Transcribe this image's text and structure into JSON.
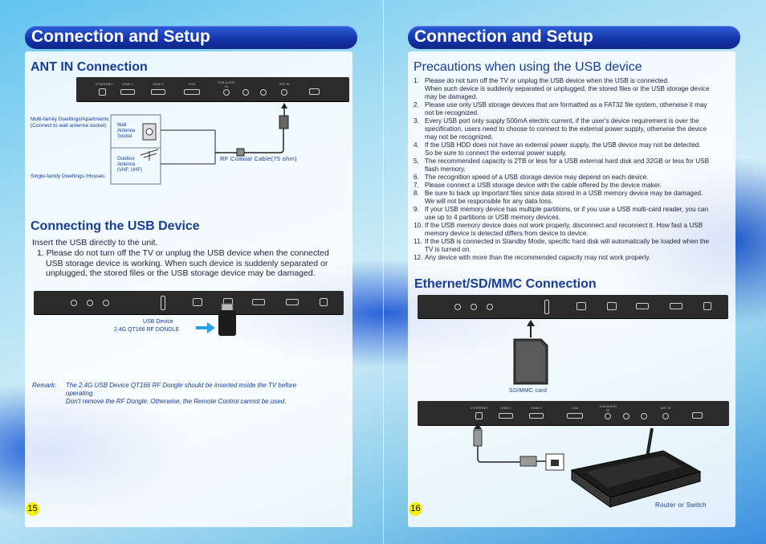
{
  "left_page": {
    "banner": "Connection and Setup",
    "ant_heading": "ANT IN Connection",
    "ant_labels": {
      "multi_family": "Multi-family Dwellings/Apartments",
      "multi_family_sub": "(Connect to wall antenna socket)",
      "wall_antenna": [
        "Wall",
        "Antenna",
        "Socket"
      ],
      "outdoor_antenna": [
        "Outdoor",
        "Antenna",
        "(VHF, UHF)"
      ],
      "single_family": "Single-family Dwellings /Houses",
      "rf_cable": "RF Coaxial Cable(75 ohm)"
    },
    "ports_top": [
      "ETHERNET",
      "HDMI 1",
      "HDMI 2",
      "VGA",
      "VGA AUDIO IN",
      "ANT IN"
    ],
    "usb_heading": "Connecting the USB Device",
    "usb_intro": "Insert the USB directly to the unit.",
    "usb_item1": [
      "1. Please do not turn off the TV or unplug the USB device when the connected",
      "USB storage device is working. When such device is suddenly separated or",
      "unplugged, the stored files or the USB storage device may be damaged."
    ],
    "usb_device_label": "USB Device",
    "dongle_label": "2.4G QT166 RF DONGLE",
    "remark_label": "Remark:",
    "remark_lines": [
      "The 2.4G USB Device QT166 RF Dongle should be inserted inside the TV before",
      "operating.",
      "Don't remove the RF Dongle. Otherwise, the Remote Control cannot be used."
    ],
    "page_number": "15"
  },
  "right_page": {
    "banner": "Connection and Setup",
    "precautions_heading": "Precautions when using the USB device",
    "precautions": [
      {
        "num": "1.",
        "lines": [
          "Please do not turn off the TV or unplug the USB  device when the USB is connected.",
          "When such device is suddenly separated or unplugged, the stored files or the USB storage device",
          "may be damaged."
        ]
      },
      {
        "num": "2.",
        "lines": [
          "Please use only USB storage devices that are formatted as a FAT32 file system, otherwise it may",
          "not be recognized."
        ]
      },
      {
        "num": "3.",
        "lines": [
          "Every USB port only supply 500mA electric current, if the user's device requirement is over the",
          "specification, users need to choose to connect to the external power supply, otherwise the device",
          "may not be recognized."
        ]
      },
      {
        "num": "4.",
        "lines": [
          "If the USB HDD does not have an external power supply, the USB device may not be detected.",
          "So be sure to connect the external power supply."
        ]
      },
      {
        "num": "5.",
        "lines": [
          "The recommended capacity is 2TB or less for a USB external hard disk and 32GB or less for USB",
          "flash memory."
        ]
      },
      {
        "num": "6.",
        "lines": [
          "The recognition speed of a USB storage device may depend on each device."
        ]
      },
      {
        "num": "7.",
        "lines": [
          "Please connect a USB storage device with the cable offered by the device maker."
        ]
      },
      {
        "num": "8.",
        "lines": [
          "Be sure to back up important files since data stored in a USB memory device may be damaged.",
          "We will not be responsible for any data loss."
        ]
      },
      {
        "num": "9.",
        "lines": [
          "If your USB memory device has multiple partitions, or if you use a USB multi-card reader, you can",
          "use up to 4 partitions or USB memory devices."
        ]
      },
      {
        "num": "10.",
        "lines": [
          "If the USB memory device does not work properly, disconnect and reconnect it. How fast a USB",
          "memory device is detected differs from device to device."
        ]
      },
      {
        "num": "11.",
        "lines": [
          "If the USB is connected in Standby Mode, specific hard disk will automatically be loaded when the",
          "TV is turned on."
        ]
      },
      {
        "num": "12.",
        "lines": [
          "Any device with more than the recommended capacity may not work properly."
        ]
      }
    ],
    "ethernet_heading": "Ethernet/SD/MMC Connection",
    "sd_label": "SD/MMC card",
    "router_label": "Router or Switch",
    "ports_bottom": [
      "ETHERNET",
      "HDMI 1",
      "HDMI 2",
      "VGA",
      "VGA AUDIO IN",
      "ANT IN"
    ],
    "page_number": "16"
  },
  "colors": {
    "banner": "#1a3fb8",
    "heading": "#173c9a",
    "page_badge": "#f6f100",
    "tv_bar": "#2b2b2b",
    "arrow": "#2aa0e6"
  }
}
